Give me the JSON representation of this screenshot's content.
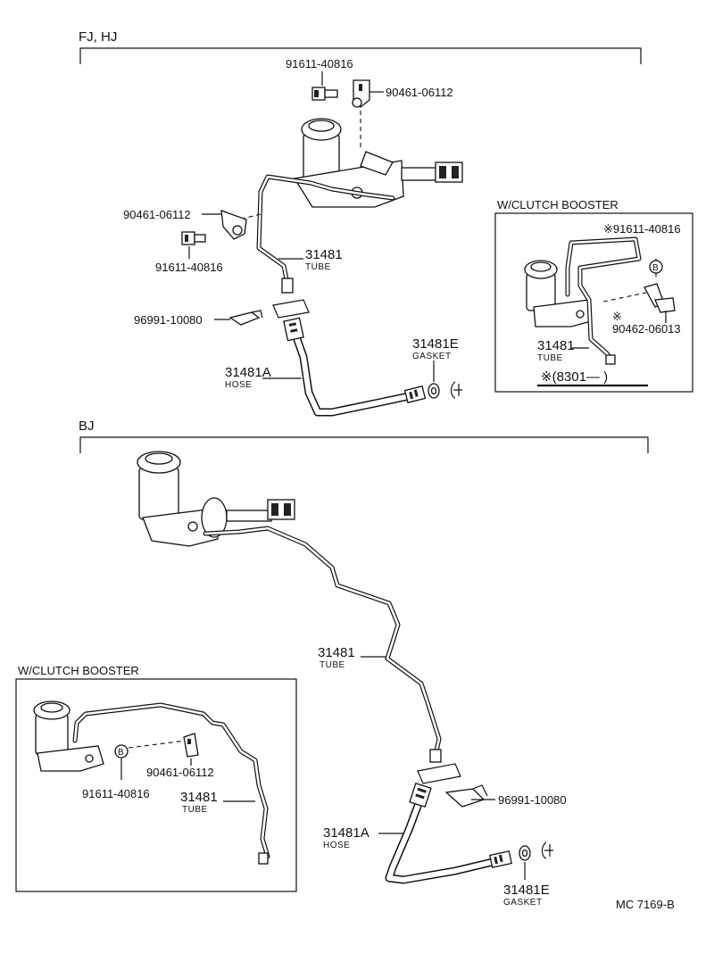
{
  "sections": {
    "fj_hj": "FJ, HJ",
    "bj": "BJ",
    "booster_top": "W/CLUTCH  BOOSTER",
    "booster_bottom": "W/CLUTCH  BOOSTER"
  },
  "top_labels": {
    "bolt_top": "91611-40816",
    "bracket_top": "90461-06112",
    "bracket_left": "90461-06112",
    "bolt_left": "91611-40816",
    "tube_num": "31481",
    "tube_word": "TUBE",
    "clip": "96991-10080",
    "hose_num": "31481A",
    "hose_word": "HOSE",
    "gasket_num": "31481E",
    "gasket_word": "GASKET"
  },
  "booster_top_labels": {
    "bolt": "※91611-40816",
    "b_mark": "B",
    "star": "※",
    "bracket": "90462-06013",
    "tube_num": "31481",
    "tube_word": "TUBE",
    "note": "※(8301—     )"
  },
  "bj_labels": {
    "tube_num": "31481",
    "tube_word": "TUBE",
    "clip": "96991-10080",
    "hose_num": "31481A",
    "hose_word": "HOSE",
    "gasket_num": "31481E",
    "gasket_word": "GASKET"
  },
  "booster_bottom_labels": {
    "b_mark": "B",
    "bracket": "90461-06112",
    "bolt": "91611-40816",
    "tube_num": "31481",
    "tube_word": "TUBE"
  },
  "footer": {
    "code": "MC  7169-B"
  }
}
